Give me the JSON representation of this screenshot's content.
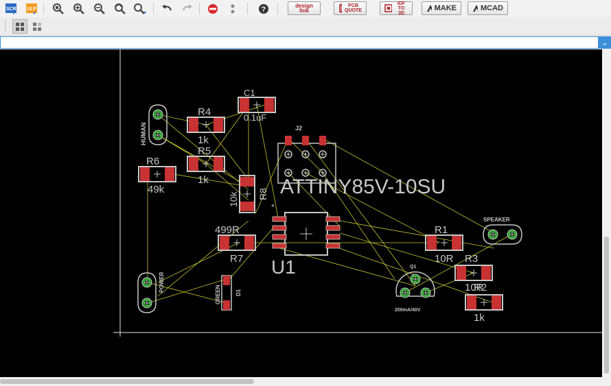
{
  "toolbar": {
    "script_icon_label": "SCR",
    "ulp_icon_label": "ULP",
    "design_link_label_1": "design",
    "design_link_label_2": "link",
    "pcb_quote_label_1": "PCB",
    "pcb_quote_label_2": "QUOTE",
    "idf_label_1": "IDF",
    "idf_label_2": "TO 3D",
    "make_label": "MAKE",
    "mcad_label": "MCAD"
  },
  "command_line": {
    "value": ""
  },
  "board": {
    "components": {
      "C1": {
        "name": "C1",
        "value": "0.1uF"
      },
      "R4": {
        "name": "R4",
        "value": "1k"
      },
      "R5": {
        "name": "R5",
        "value": "1k"
      },
      "R6": {
        "name": "R6",
        "value": "49k"
      },
      "R8": {
        "name": "R8",
        "value": "10k"
      },
      "R7": {
        "name": "R7",
        "value": "499R"
      },
      "R1": {
        "name": "R1",
        "value": "10R"
      },
      "R3": {
        "name": "R3",
        "value": "10R"
      },
      "R2": {
        "name": "R2",
        "value": "1k"
      },
      "J2": {
        "name": "J2"
      },
      "U1": {
        "name": "U1",
        "value": "ATTINY85V-10SU"
      },
      "Q1": {
        "name": "Q1",
        "value": "200mA/40V"
      },
      "D1": {
        "name": "D1",
        "value": "GREEN"
      },
      "HUMAN": {
        "name": "HUMAN"
      },
      "POWER": {
        "name": "POWER"
      },
      "SPEAKER": {
        "name": "SPEAKER"
      }
    },
    "colors": {
      "background": "#000000",
      "pad": "#c83232",
      "silkscreen": "#c8c8c8",
      "airwire": "#c8c832",
      "via_pad": "#30a030",
      "dimension": "#e6e6e6"
    }
  }
}
